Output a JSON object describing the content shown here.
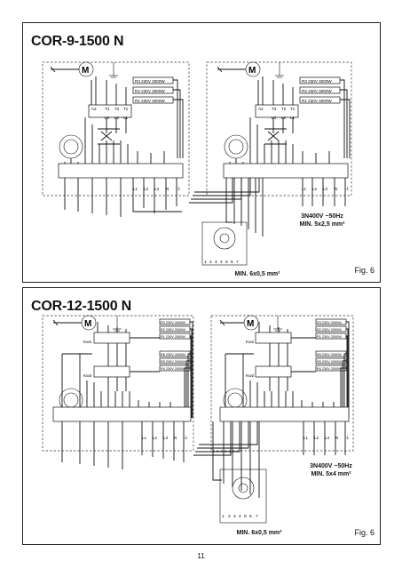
{
  "top": {
    "title": "COR-9-1500 N",
    "heaters": [
      "R3 230V 3000W",
      "R2 230V 3000W",
      "R1 230V 3000W"
    ],
    "contactor_labels": [
      "A2",
      "T3",
      "T2",
      "T1"
    ],
    "line_labels": [
      "L3",
      "L2",
      "L1"
    ],
    "terminal_labels": [
      "L1",
      "L2",
      "L3",
      "N",
      "⏚"
    ],
    "supply_note": "3N400V ~50Hz",
    "cable_note": "MIN. 5x2,5 mm²",
    "control_cable_note": "MIN. 6x0,5 mm²",
    "switch_labels": [
      "1",
      "2",
      "3",
      "4",
      "5",
      "6",
      "7"
    ],
    "fig": "Fig. 6"
  },
  "bottom": {
    "title": "COR-12-1500 N",
    "heaters": [
      "R3 230V 2000W",
      "R2 230V 2000W",
      "R1 230V 2000W",
      "R6 230V 2000W",
      "R5 230V 2000W",
      "R4 230V 2000W"
    ],
    "contactor1": "Kw1",
    "contactor2": "Kw2",
    "terminal_labels": [
      "L1",
      "L2",
      "L3",
      "N",
      "⏚"
    ],
    "supply_note": "3N400V ~50Hz",
    "cable_note": "MIN. 5x4 mm²",
    "control_cable_note": "MIN. 6x0,5 mm²",
    "switch_labels": [
      "1",
      "2",
      "3",
      "4",
      "5",
      "6",
      "7"
    ],
    "fig": "Fig. 6"
  },
  "page_number": "11"
}
